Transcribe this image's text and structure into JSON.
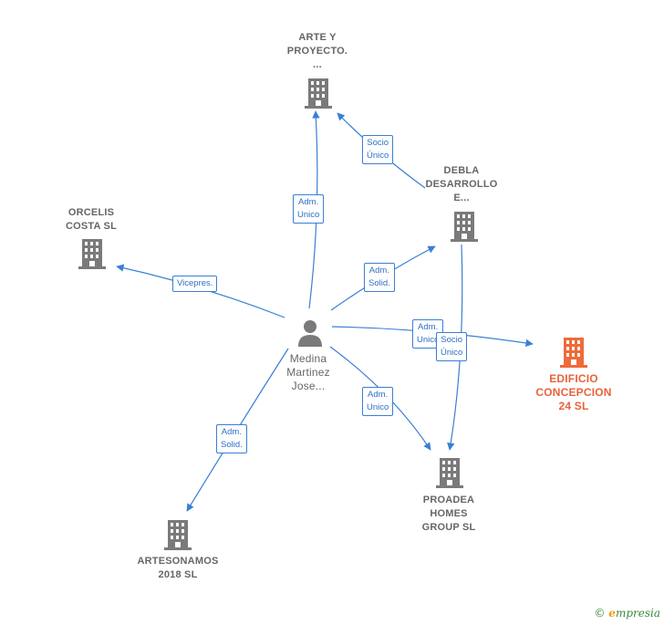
{
  "colors": {
    "edge": "#3a7fd5",
    "building": "#7a7a7a",
    "building_highlight": "#f06a3a",
    "person": "#7a7a7a"
  },
  "nodes": {
    "arte": {
      "label": "ARTE Y\nPROYECTO.\n...",
      "icon": "building-icon"
    },
    "debla": {
      "label": "DEBLA\nDESARROLLO\nE...",
      "icon": "building-icon"
    },
    "orcelis": {
      "label": "ORCELIS\nCOSTA SL",
      "icon": "building-icon"
    },
    "edificio": {
      "label": "EDIFICIO\nCONCEPCION\n24 SL",
      "icon": "building-icon"
    },
    "proadea": {
      "label": "PROADEA\nHOMES\nGROUP SL",
      "icon": "building-icon"
    },
    "artesonamos": {
      "label": "ARTESONAMOS\n2018 SL",
      "icon": "building-icon"
    },
    "medina": {
      "label": "Medina\nMartinez\nJose...",
      "icon": "person-icon"
    }
  },
  "edges": {
    "medina_arte": "Adm.\nUnico",
    "debla_arte": "Socio\nÚnico",
    "medina_orcelis": "Vicepres.",
    "medina_debla": "Adm.\nSolid.",
    "medina_edificio": "Adm.\nUnico",
    "debla_proadea": "Socio\nÚnico",
    "medina_proadea": "Adm.\nUnico",
    "medina_artesonamos": "Adm.\nSolid."
  },
  "watermark": {
    "copyright": "©",
    "brand_initial": "e",
    "brand_rest": "mpresia"
  }
}
